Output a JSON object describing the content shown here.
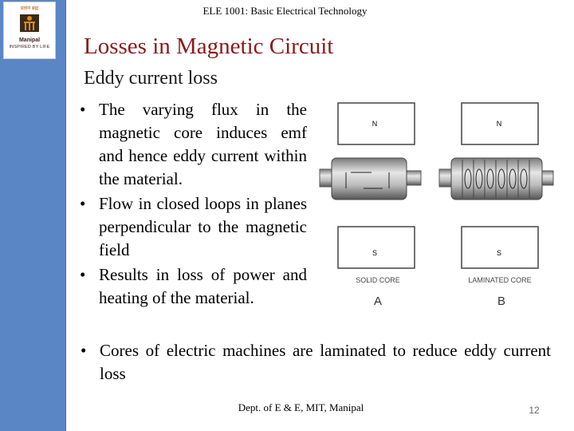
{
  "header": {
    "course": "ELE 1001: Basic Electrical Technology"
  },
  "logo": {
    "hindi_text": "प्रज्ञानं ब्रह्म",
    "name": "Manipal",
    "tagline": "INSPIRED BY LIFE"
  },
  "slide": {
    "title": "Losses in Magnetic Circuit",
    "subtitle": "Eddy current loss",
    "bullets": [
      "The varying flux in the magnetic core induces emf and hence eddy current within the material.",
      "Flow in closed loops in planes perpendicular to the magnetic field",
      "Results in loss of power and heating of the material."
    ],
    "note": "Cores of electric machines are laminated to reduce eddy current loss",
    "bullet_char": "•"
  },
  "figure": {
    "left": {
      "north": "N",
      "south": "S",
      "caption": "SOLID CORE",
      "letter": "A"
    },
    "right": {
      "north": "N",
      "south": "S",
      "caption": "LAMINATED CORE",
      "letter": "B"
    }
  },
  "footer": {
    "dept": "Dept. of E & E, MIT, Manipal",
    "page": "12"
  },
  "colors": {
    "sidebar": "#5b86c6",
    "title": "#8a1a1a"
  }
}
